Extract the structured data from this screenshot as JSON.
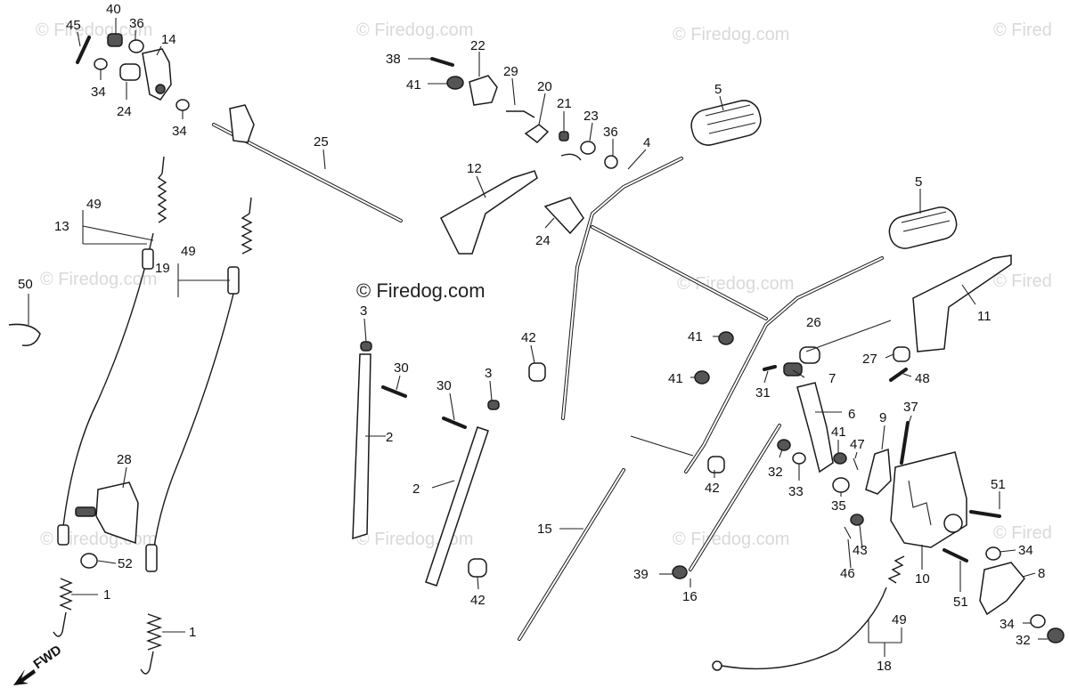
{
  "watermarks": [
    "© Firedog.com",
    "© Firedog.com",
    "© Firedog.com",
    "© Fired",
    "© Firedog.com",
    "© Firedog.com",
    "© Fired",
    "© Firedog.com",
    "© Firedog.com",
    "© Firedog.com",
    "© Fired"
  ],
  "main_watermark": "© Firedog.com",
  "fwd_label": "FWD",
  "callouts": [
    "45",
    "40",
    "36",
    "14",
    "34",
    "24",
    "34",
    "38",
    "22",
    "41",
    "29",
    "20",
    "21",
    "23",
    "36",
    "5",
    "4",
    "25",
    "12",
    "24",
    "49",
    "13",
    "49",
    "19",
    "50",
    "5",
    "11",
    "26",
    "41",
    "7",
    "27",
    "48",
    "41",
    "31",
    "3",
    "30",
    "42",
    "6",
    "9",
    "37",
    "41",
    "47",
    "32",
    "33",
    "35",
    "51",
    "30",
    "3",
    "2",
    "2",
    "28",
    "15",
    "42",
    "10",
    "34",
    "8",
    "43",
    "46",
    "39",
    "16",
    "52",
    "1",
    "1",
    "42",
    "51",
    "49",
    "18",
    "34",
    "32"
  ]
}
